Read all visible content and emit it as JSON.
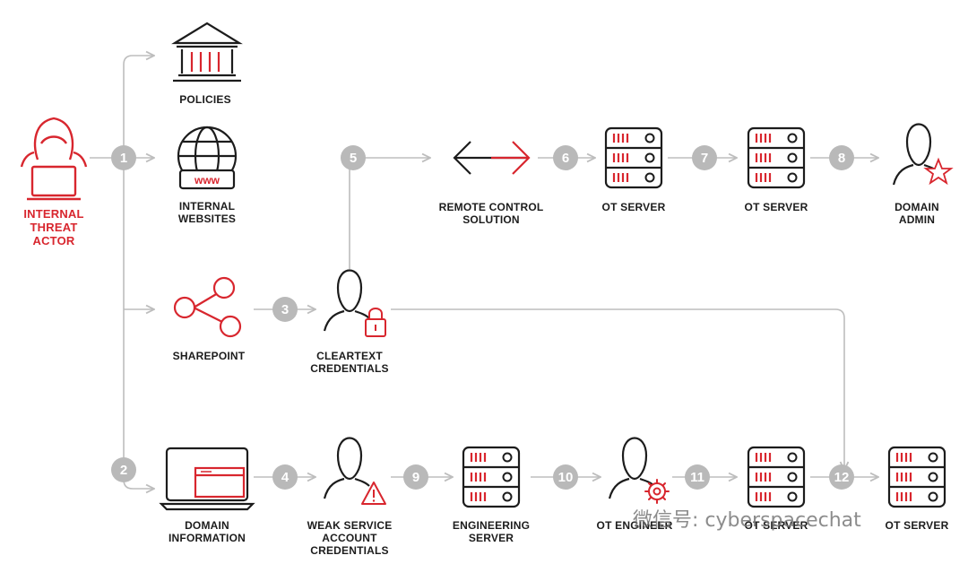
{
  "colors": {
    "accent": "#d8262e",
    "ink": "#1c1c1c",
    "connector": "#bdbdbd",
    "badge": "#b9b9b9"
  },
  "actor": {
    "label": "INTERNAL\nTHREAT\nACTOR",
    "icon": "hooded-hacker-icon"
  },
  "nodes": {
    "policies": {
      "label": "POLICIES",
      "icon": "bank-building-icon"
    },
    "internal_websites": {
      "label": "INTERNAL\nWEBSITES",
      "icon": "www-globe-icon"
    },
    "sharepoint": {
      "label": "SHAREPOINT",
      "icon": "share-network-icon"
    },
    "cleartext_credentials": {
      "label": "CLEARTEXT\nCREDENTIALS",
      "icon": "user-lock-icon"
    },
    "remote_control": {
      "label": "REMOTE CONTROL\nSOLUTION",
      "icon": "arrows-icon"
    },
    "ot_server_1": {
      "label": "OT SERVER",
      "icon": "server-icon"
    },
    "ot_server_2": {
      "label": "OT SERVER",
      "icon": "server-icon"
    },
    "domain_admin": {
      "label": "DOMAIN\nADMIN",
      "icon": "user-star-icon"
    },
    "domain_information": {
      "label": "DOMAIN\nINFORMATION",
      "icon": "laptop-icon"
    },
    "weak_service": {
      "label": "WEAK SERVICE\nACCOUNT\nCREDENTIALS",
      "icon": "user-warning-icon"
    },
    "engineering_server": {
      "label": "ENGINEERING\nSERVER",
      "icon": "server-icon"
    },
    "ot_engineer": {
      "label": "OT ENGINEER",
      "icon": "user-gear-icon"
    },
    "ot_server_3": {
      "label": "OT SERVER",
      "icon": "server-icon"
    },
    "ot_server_4": {
      "label": "OT SERVER",
      "icon": "server-icon"
    }
  },
  "steps": [
    "1",
    "2",
    "3",
    "4",
    "5",
    "6",
    "7",
    "8",
    "9",
    "10",
    "11",
    "12"
  ],
  "watermark": "微信号: cyberspacechat"
}
